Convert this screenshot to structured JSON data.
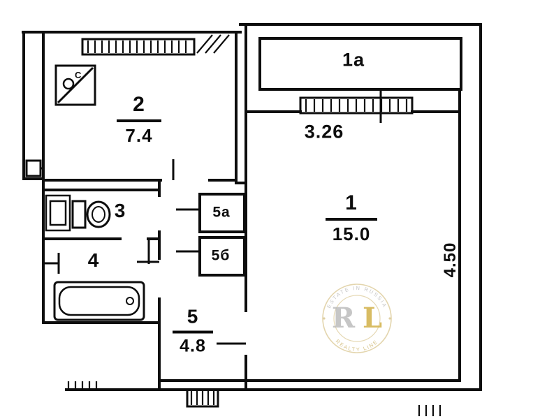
{
  "plan": {
    "rooms": {
      "r1a": {
        "label": "1a"
      },
      "r1": {
        "label": "1",
        "area": "15.0"
      },
      "r2": {
        "label": "2",
        "area": "7.4"
      },
      "r3": {
        "label": "3"
      },
      "r4": {
        "label": "4"
      },
      "r5": {
        "label": "5",
        "area": "4.8"
      },
      "r5a": {
        "label": "5a"
      },
      "r5b": {
        "label": "5б"
      }
    },
    "dimensions": {
      "width_top": "3.26",
      "height_right": "4.50"
    },
    "fixtures": {
      "shower_label": "С"
    },
    "ink_color": "#0d0d0d"
  },
  "watermark": {
    "initial_r": "R",
    "initial_l": "L",
    "arc_top": "ESTATE IN RUSSIA",
    "arc_bottom": "REALTY LINE",
    "gold": "#bfa045",
    "silver": "#a8a8a8"
  }
}
